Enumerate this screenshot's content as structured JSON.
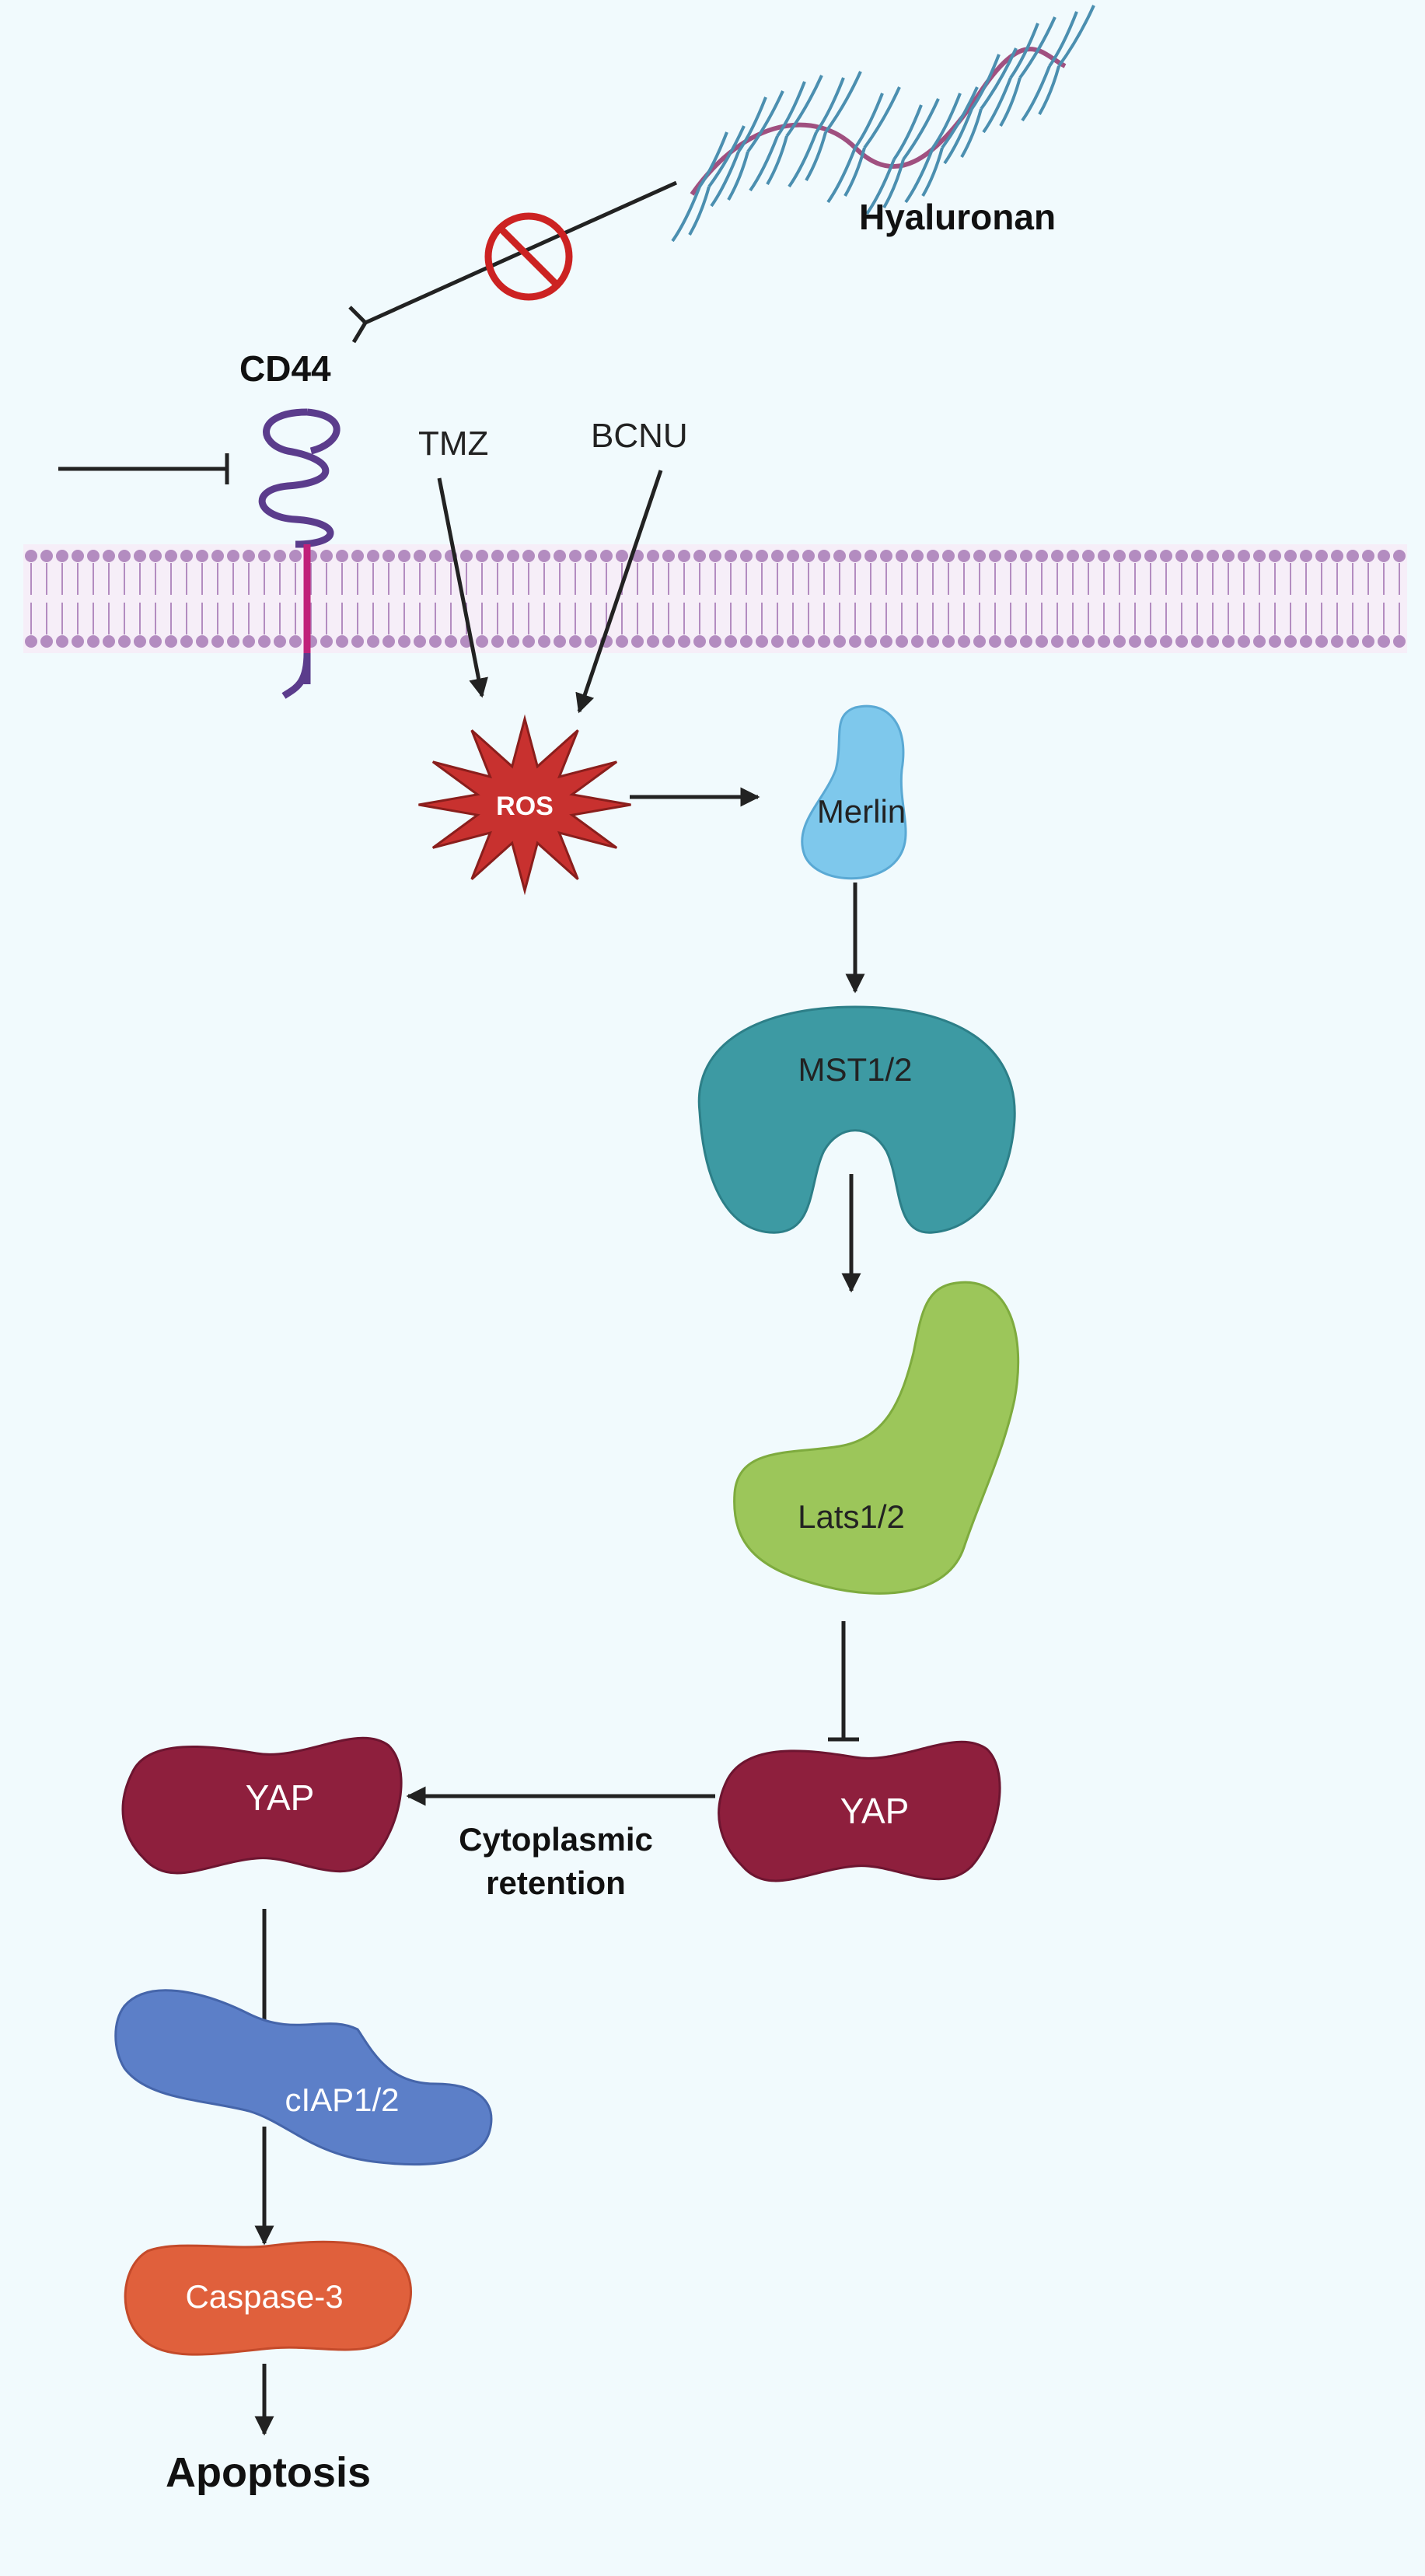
{
  "labels": {
    "hyaluronan": "Hyaluronan",
    "cd44": "CD44",
    "tmz": "TMZ",
    "bcnu": "BCNU",
    "ros": "ROS",
    "merlin": "Merlin",
    "mst": "MST1/2",
    "lats": "Lats1/2",
    "yap_right": "YAP",
    "yap_left": "YAP",
    "retention_line1": "Cytoplasmic",
    "retention_line2": "retention",
    "ciap": "cIAP1/2",
    "caspase": "Caspase-3",
    "apoptosis": "Apoptosis"
  },
  "colors": {
    "background": "#f1fafd",
    "membrane": "#b38cc0",
    "cd44": "#5b3c8c",
    "ros": "#c8312f",
    "merlin": "#7ec8ec",
    "mst": "#3d9aa3",
    "lats": "#9cc65a",
    "yap": "#8e1f3d",
    "ciap": "#5c7fc8",
    "caspase": "#e0603c",
    "inhibit_sign": "#cc2222",
    "hyaluronan": "#4b8fb0"
  }
}
